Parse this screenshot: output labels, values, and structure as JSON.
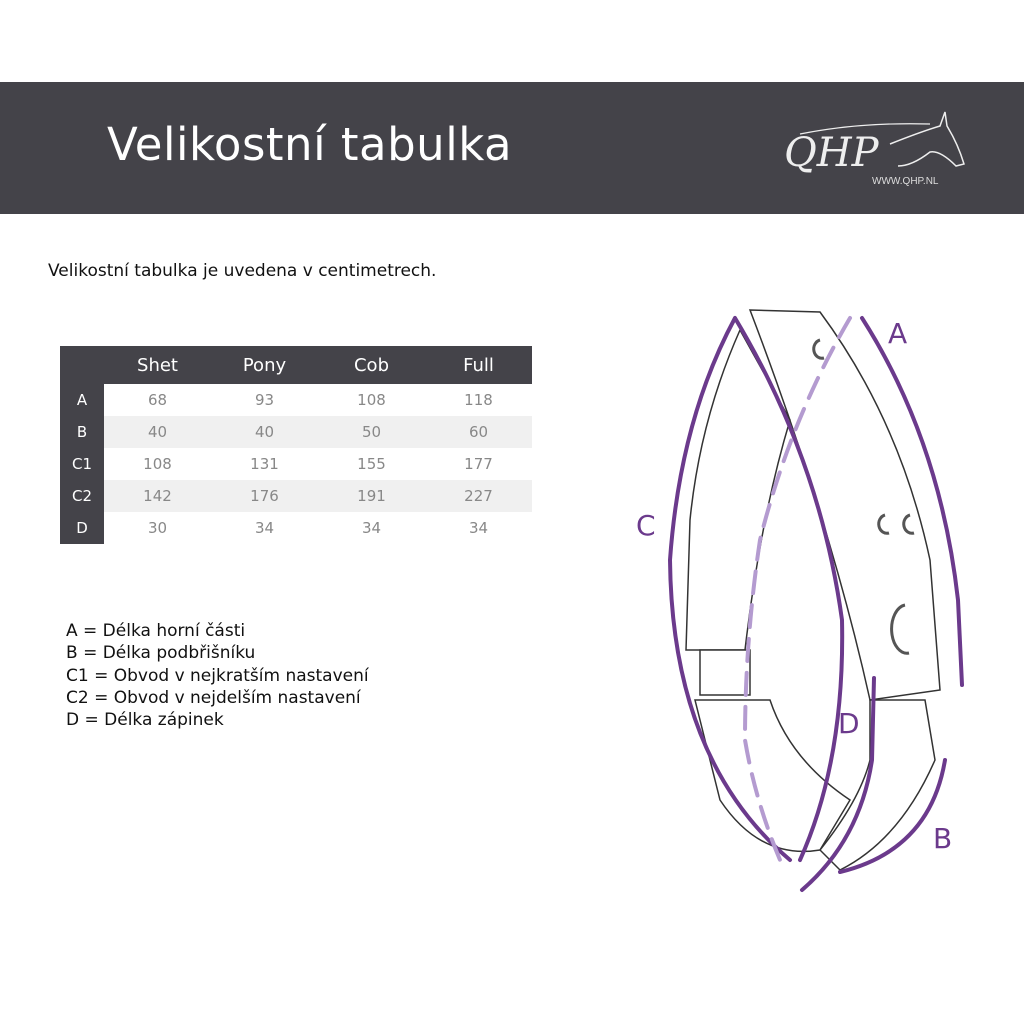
{
  "header": {
    "title": "Velikostní tabulka",
    "logo_text": "QHP",
    "logo_url": "WWW.QHP.NL"
  },
  "intro": "Velikostní tabulka je uvedena v centimetrech.",
  "table": {
    "columns": [
      "Shet",
      "Pony",
      "Cob",
      "Full"
    ],
    "rows": [
      {
        "label": "A",
        "values": [
          "68",
          "93",
          "108",
          "118"
        ]
      },
      {
        "label": "B",
        "values": [
          "40",
          "40",
          "50",
          "60"
        ]
      },
      {
        "label": "C1",
        "values": [
          "108",
          "131",
          "155",
          "177"
        ]
      },
      {
        "label": "C2",
        "values": [
          "142",
          "176",
          "191",
          "227"
        ]
      },
      {
        "label": "D",
        "values": [
          "30",
          "34",
          "34",
          "34"
        ]
      }
    ]
  },
  "legend": [
    "A = Délka horní části",
    "B = Délka podbřišníku",
    "C1 = Obvod v nejkratším nastavení",
    "C2 = Obvod v nejdelším nastavení",
    "D = Délka zápinek"
  ],
  "diagram": {
    "labels": {
      "a": "A",
      "b": "B",
      "c": "C",
      "d": "D"
    },
    "accent": "#6b3a8c"
  }
}
